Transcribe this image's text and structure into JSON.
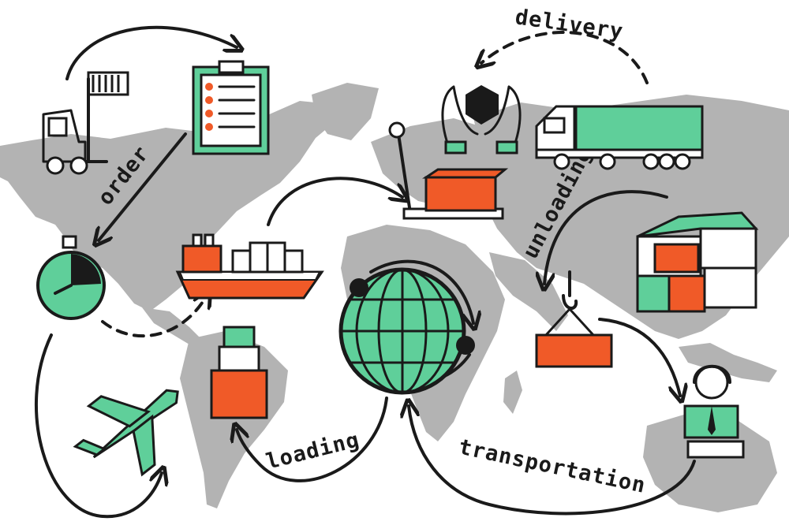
{
  "colors": {
    "map": "#b3b3b3",
    "green": "#5fcf9a",
    "orange": "#f05a28",
    "ink": "#1a1a1a",
    "paper": "#ffffff"
  },
  "labels": {
    "order": "order",
    "delivery": "delivery",
    "unloading": "unloading",
    "loading": "loading",
    "transportation": "transportation"
  },
  "icons": [
    "forklift-icon",
    "checklist-clipboard-icon",
    "stopwatch-icon",
    "cargo-ship-icon",
    "airplane-icon",
    "cargo-boxes-icon",
    "globe-icon",
    "pallet-jack-icon",
    "hands-with-box-icon",
    "delivery-truck-icon",
    "container-stack-icon",
    "crane-hook-container-icon",
    "support-operator-icon"
  ]
}
